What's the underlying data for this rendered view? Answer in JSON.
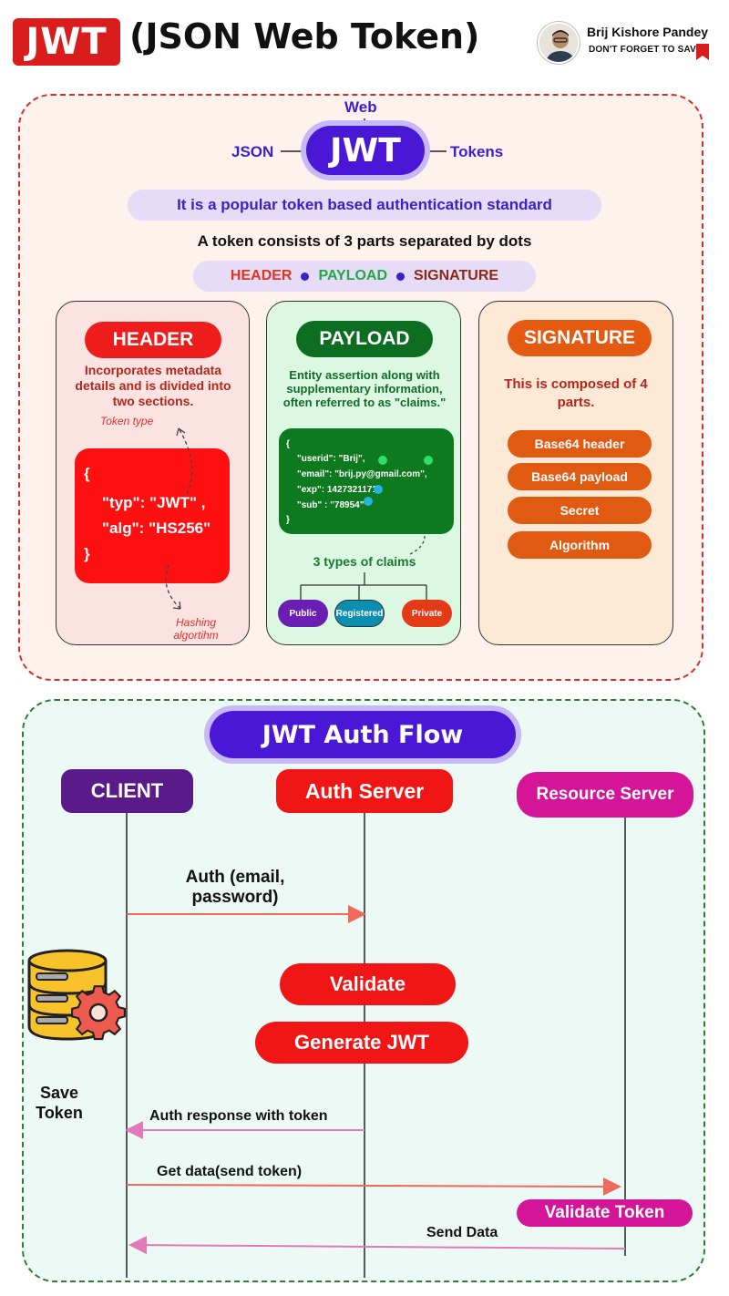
{
  "header": {
    "badge": "JWT",
    "title": "(JSON Web Token)",
    "author_name": "Brij Kishore Pandey",
    "author_note": "DON'T FORGET TO SAVE"
  },
  "intro": {
    "word_web": "Web",
    "word_json": "JSON",
    "word_tokens": "Tokens",
    "logo": "JWT",
    "standard": "It is a popular token based authentication standard",
    "parts_text": "A token consists of 3 parts separated by dots",
    "parts": [
      "HEADER",
      "PAYLOAD",
      "SIGNATURE"
    ]
  },
  "colors": {
    "header_part": "#e2331d",
    "payload_part": "#22a84a",
    "signature_part": "#8b2a14",
    "brand_purple": "#4b17d6",
    "red": "#f01616",
    "magenta": "#d51597"
  },
  "header_card": {
    "title": "HEADER",
    "description": "Incorporates metadata details and is divided into two sections.",
    "token_type_label": "Token type",
    "hashing_label": "Hashing algortihm",
    "code": [
      "{",
      "\"typ\": \"JWT\" ,",
      "\"alg\": \"HS256\"",
      "}"
    ]
  },
  "payload_card": {
    "title": "PAYLOAD",
    "description": "Entity assertion along with supplementary information, often referred to as \"claims.\"",
    "code": [
      "{",
      "\"userid\": \"Brij\",",
      "\"email\": \"brij.py@gmail.com\",",
      "\"exp\":  1427321171",
      "\"sub\" : \"78954\"",
      "}"
    ],
    "claims_title": "3 types of claims",
    "claims": [
      "Public",
      "Registered",
      "Private"
    ]
  },
  "signature_card": {
    "title": "SIGNATURE",
    "description": "This is composed of 4 parts.",
    "parts": [
      "Base64 header",
      "Base64 payload",
      "Secret",
      "Algorithm"
    ]
  },
  "flow": {
    "title": "JWT Auth Flow",
    "client": "CLIENT",
    "auth_server": "Auth Server",
    "resource_server": "Resource Server",
    "auth_request": "Auth (email,\npassword)",
    "validate": "Validate",
    "generate": "Generate JWT",
    "save_token": "Save\nToken",
    "auth_response": "Auth response with token",
    "get_data": "Get data(send token)",
    "validate_token": "Validate Token",
    "send_data": "Send Data"
  }
}
